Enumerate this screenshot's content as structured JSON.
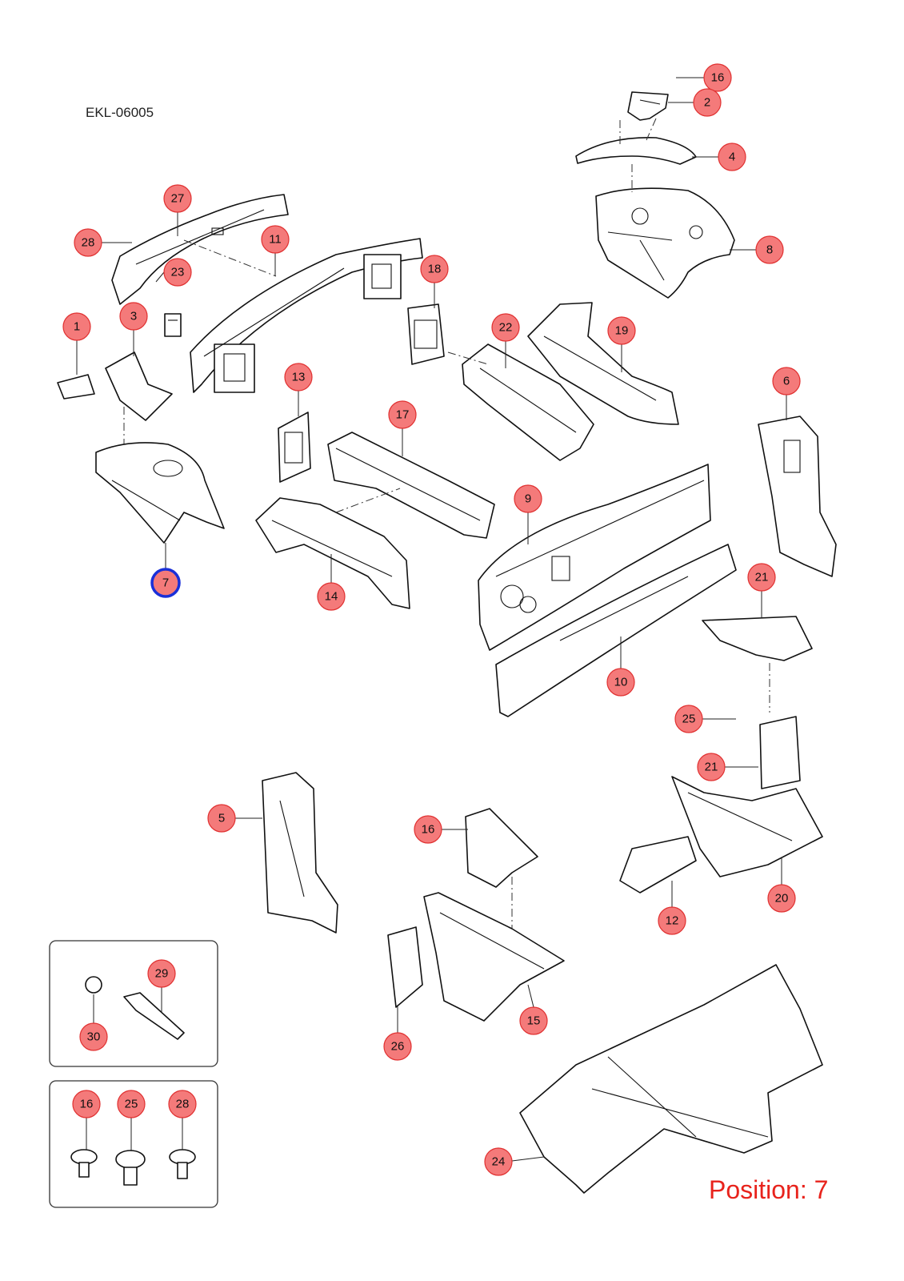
{
  "diagram_code": "EKL-06005",
  "position_label": "Position: 7",
  "selected_callout": "7",
  "colors": {
    "callout_fill": "#f47a7a",
    "callout_stroke": "#e03030",
    "selected_ring": "#1a2fd8",
    "position_text": "#e8231c"
  },
  "callouts": [
    {
      "id": "c16a",
      "label": "16"
    },
    {
      "id": "c2",
      "label": "2"
    },
    {
      "id": "c4",
      "label": "4"
    },
    {
      "id": "c8",
      "label": "8"
    },
    {
      "id": "c27",
      "label": "27"
    },
    {
      "id": "c28a",
      "label": "28"
    },
    {
      "id": "c11",
      "label": "11"
    },
    {
      "id": "c23",
      "label": "23"
    },
    {
      "id": "c18",
      "label": "18"
    },
    {
      "id": "c1",
      "label": "1"
    },
    {
      "id": "c3",
      "label": "3"
    },
    {
      "id": "c22",
      "label": "22"
    },
    {
      "id": "c19",
      "label": "19"
    },
    {
      "id": "c13",
      "label": "13"
    },
    {
      "id": "c17",
      "label": "17"
    },
    {
      "id": "c6",
      "label": "6"
    },
    {
      "id": "c9",
      "label": "9"
    },
    {
      "id": "c7",
      "label": "7"
    },
    {
      "id": "c14",
      "label": "14"
    },
    {
      "id": "c21a",
      "label": "21"
    },
    {
      "id": "c10",
      "label": "10"
    },
    {
      "id": "c25a",
      "label": "25"
    },
    {
      "id": "c21b",
      "label": "21"
    },
    {
      "id": "c5",
      "label": "5"
    },
    {
      "id": "c16b",
      "label": "16"
    },
    {
      "id": "c12",
      "label": "12"
    },
    {
      "id": "c20",
      "label": "20"
    },
    {
      "id": "c29",
      "label": "29"
    },
    {
      "id": "c30",
      "label": "30"
    },
    {
      "id": "c15",
      "label": "15"
    },
    {
      "id": "c26",
      "label": "26"
    },
    {
      "id": "c16c",
      "label": "16"
    },
    {
      "id": "c25b",
      "label": "25"
    },
    {
      "id": "c28b",
      "label": "28"
    },
    {
      "id": "c24",
      "label": "24"
    }
  ]
}
